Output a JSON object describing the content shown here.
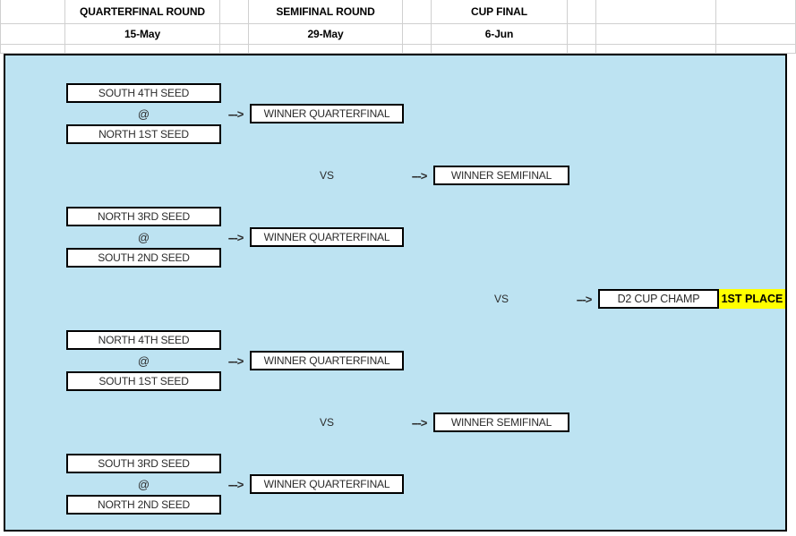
{
  "header": {
    "columns": [
      {
        "title": "",
        "date": ""
      },
      {
        "title": "QUARTERFINAL ROUND",
        "date": "15-May"
      },
      {
        "title": "",
        "date": ""
      },
      {
        "title": "SEMIFINAL ROUND",
        "date": "29-May"
      },
      {
        "title": "",
        "date": ""
      },
      {
        "title": "CUP FINAL",
        "date": "6-Jun"
      },
      {
        "title": "",
        "date": ""
      },
      {
        "title": "",
        "date": ""
      },
      {
        "title": "",
        "date": ""
      }
    ]
  },
  "bracket": {
    "at_symbol": "@",
    "arrow": "--->",
    "vs_label": "VS",
    "quarterfinals": [
      {
        "top_seed": "SOUTH 4TH SEED",
        "bottom_seed": "NORTH 1ST SEED",
        "winner": "WINNER QUARTERFINAL"
      },
      {
        "top_seed": "NORTH 3RD SEED",
        "bottom_seed": "SOUTH 2ND SEED",
        "winner": "WINNER QUARTERFINAL"
      },
      {
        "top_seed": "NORTH 4TH SEED",
        "bottom_seed": "SOUTH 1ST SEED",
        "winner": "WINNER QUARTERFINAL"
      },
      {
        "top_seed": "SOUTH 3RD SEED",
        "bottom_seed": "NORTH 2ND SEED",
        "winner": "WINNER QUARTERFINAL"
      }
    ],
    "semifinals": [
      {
        "winner": "WINNER SEMIFINAL"
      },
      {
        "winner": "WINNER SEMIFINAL"
      }
    ],
    "final": {
      "champion": "D2 CUP CHAMP",
      "place_badge": "1ST PLACE"
    }
  },
  "colors": {
    "panel_background": "#bde3f2",
    "box_background": "#ffffff",
    "border": "#000000",
    "badge_background": "#ffff00",
    "grid_line": "#d0d0d0"
  }
}
